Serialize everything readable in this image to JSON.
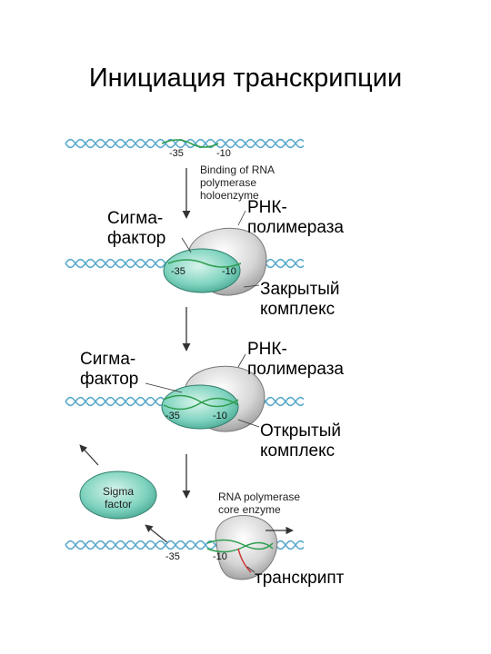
{
  "title": "Инициация транскрипции",
  "stage1": {
    "minus35": "-35",
    "minus10": "-10",
    "caption_lines": [
      "Binding of RNA",
      "polymerase",
      "holoenzyme"
    ]
  },
  "stage2": {
    "sigma_lines": [
      "Сигма-",
      "фактор"
    ],
    "pol_lines": [
      "РНК-",
      "полимераза"
    ],
    "minus35": "-35",
    "minus10": "-10",
    "complex_lines": [
      "Закрытый",
      "комплекс"
    ]
  },
  "stage3": {
    "sigma_lines": [
      "Сигма-",
      "фактор"
    ],
    "pol_lines": [
      "РНК-",
      "полимераза"
    ],
    "minus35": "-35",
    "minus10": "-10",
    "complex_lines": [
      "Открытый",
      "комплекс"
    ]
  },
  "stage4": {
    "sigma_factor_lines": [
      "Sigma",
      "factor"
    ],
    "core_lines": [
      "RNA polymerase",
      "core enzyme"
    ],
    "minus35": "-35",
    "minus10": "-10",
    "transcript": "транскрипт"
  },
  "colors": {
    "dna": "#5aa9cc",
    "sigma_fill": "#7fd3bf",
    "polymerase_fill": "#d9d9d9",
    "strand_green": "#2e9e4f"
  }
}
